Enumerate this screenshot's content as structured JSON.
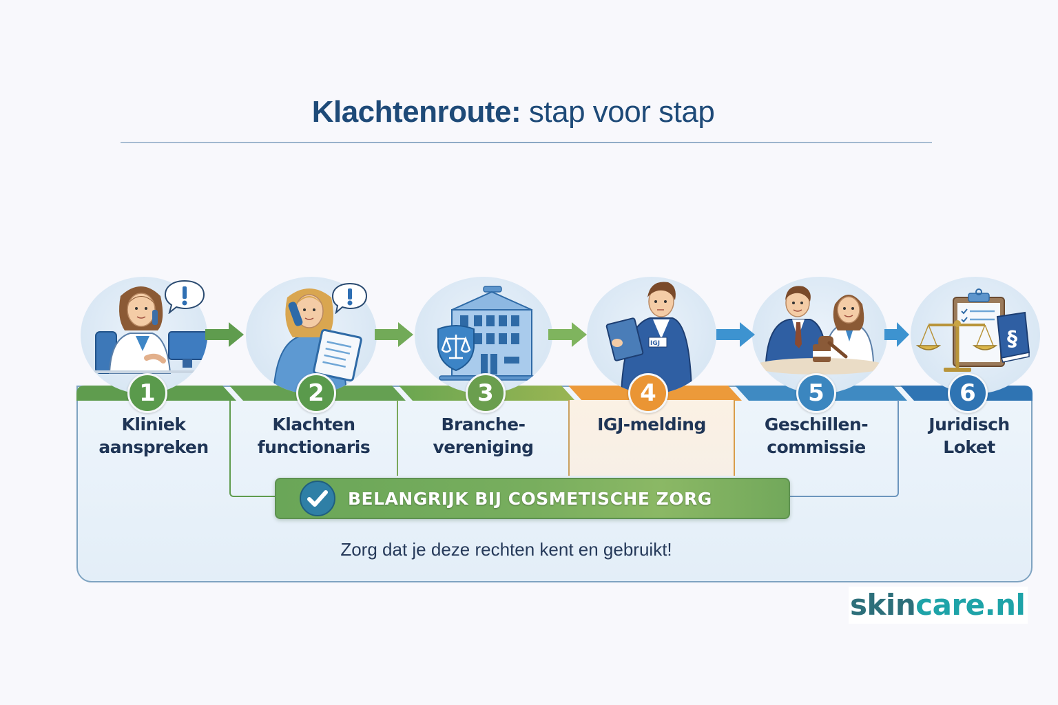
{
  "header": {
    "title_bold": "Klachtenroute:",
    "title_regular": " stap voor stap"
  },
  "colors": {
    "green": "#5f9c4e",
    "green_light": "#7fb05c",
    "orange": "#ec9a3a",
    "blue": "#3b86bf",
    "title": "#1e4a78",
    "frame_border": "#7ea3c1",
    "brand_dark": "#2d6f7a",
    "brand_teal": "#1ea3a8"
  },
  "steps": [
    {
      "number": "1",
      "line1": "Kliniek",
      "line2": "aanspreken",
      "color": "#5f9c4e",
      "icon": "woman-doctor-on-phone-icon"
    },
    {
      "number": "2",
      "line1": "Klachten",
      "line2": "functionaris",
      "color": "#5f9c4e",
      "icon": "woman-phone-clipboard-icon"
    },
    {
      "number": "3",
      "line1": "Branche-",
      "line2": "vereniging",
      "color": "#6fa04f",
      "icon": "building-scales-shield-icon"
    },
    {
      "number": "4",
      "line1": "IGJ-melding",
      "line2": "",
      "color": "#ec9a3a",
      "icon": "inspector-clipboard-icon",
      "badge_text": "IGJ"
    },
    {
      "number": "5",
      "line1": "Geschillen-",
      "line2": "commissie",
      "color": "#3b86bf",
      "icon": "judge-gavel-meeting-icon"
    },
    {
      "number": "6",
      "line1": "Juridisch",
      "line2": "Loket",
      "color": "#2f74b3",
      "icon": "scales-law-book-icon",
      "book_symbol": "§"
    }
  ],
  "callout": {
    "label": "BELANGRIJK BIJ COSMETISCHE ZORG",
    "subtext": "Zorg dat je deze rechten kent en gebruikt!"
  },
  "brand": {
    "part1": "skin",
    "part2": "care.nl"
  }
}
